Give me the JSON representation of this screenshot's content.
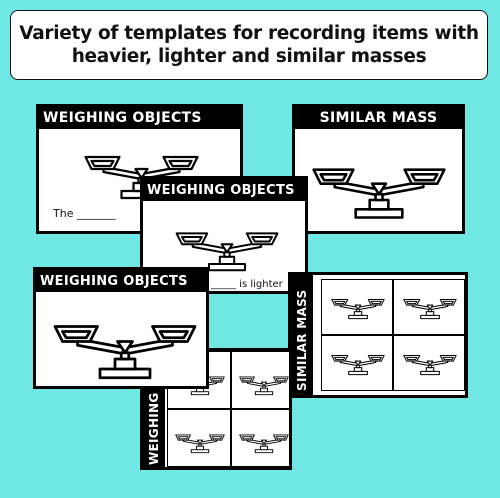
{
  "banner": {
    "text": "Variety of templates for recording items with\nheavier, lighter and similar masses"
  },
  "cards": {
    "c1": {
      "title": "WEIGHING OBJECTS",
      "sentence": "The _______"
    },
    "c2": {
      "title": "SIMILAR MASS"
    },
    "c3": {
      "title": "WEIGHING OBJECTS",
      "sentence": "_____ is lighter"
    },
    "c4": {
      "title": "WEIGHING OBJECTS"
    },
    "c5": {
      "title": "SIMILAR MASS"
    },
    "c6": {
      "title": "WEIGHING OB"
    }
  },
  "colors": {
    "background": "#6fe7e2",
    "card": "#ffffff",
    "ink": "#000000"
  },
  "icons": {
    "scale": "balance-scale-icon"
  }
}
